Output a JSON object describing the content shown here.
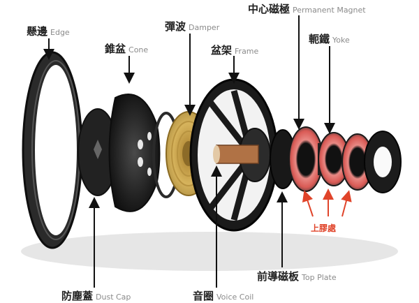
{
  "labels": {
    "edge": {
      "zh": "懸邊",
      "en": "Edge"
    },
    "cone": {
      "zh": "錐盆",
      "en": "Cone"
    },
    "damper": {
      "zh": "彈波",
      "en": "Damper"
    },
    "frame": {
      "zh": "盆架",
      "en": "Frame"
    },
    "magnet": {
      "zh": "中心磁極",
      "en": "Permanent Magnet"
    },
    "yoke": {
      "zh": "軛鐵",
      "en": "Yoke"
    },
    "dust_cap": {
      "zh": "防塵蓋",
      "en": "Dust Cap"
    },
    "voice_coil": {
      "zh": "音圈",
      "en": "Voice Coil"
    },
    "top_plate": {
      "zh": "前導磁板",
      "en": "Top Plate"
    },
    "glue": "上膠處"
  },
  "colors": {
    "arrow": "#111111",
    "glue": "#e0442a",
    "ring_red": "#e36a63",
    "damper_gold": "#caa245"
  }
}
